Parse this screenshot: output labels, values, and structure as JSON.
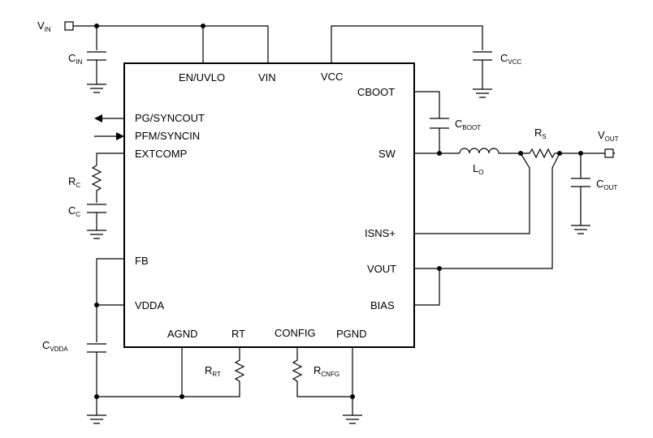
{
  "ic": {
    "pins": {
      "en_uvlo": "EN/UVLO",
      "vin": "VIN",
      "vcc": "VCC",
      "cboot": "CBOOT",
      "sw": "SW",
      "pg_syncout": "PG/SYNCOUT",
      "pfm_syncin": "PFM/SYNCIN",
      "extcomp": "EXTCOMP",
      "fb": "FB",
      "vdda": "VDDA",
      "agnd": "AGND",
      "rt": "RT",
      "config": "CONFIG",
      "pgnd": "PGND",
      "isns_plus": "ISNS+",
      "vout": "VOUT",
      "bias": "BIAS"
    }
  },
  "labels": {
    "vin": {
      "main": "V",
      "sub": "IN"
    },
    "vout": {
      "main": "V",
      "sub": "OUT"
    },
    "cin": {
      "main": "C",
      "sub": "IN"
    },
    "cvcc": {
      "main": "C",
      "sub": "VCC"
    },
    "cboot": {
      "main": "C",
      "sub": "BOOT"
    },
    "lo": {
      "main": "L",
      "sub": "O"
    },
    "rs": {
      "main": "R",
      "sub": "S"
    },
    "cout": {
      "main": "C",
      "sub": "OUT"
    },
    "rc": {
      "main": "R",
      "sub": "C"
    },
    "cc": {
      "main": "C",
      "sub": "C"
    },
    "cvdda": {
      "main": "C",
      "sub": "VDDA"
    },
    "rrt": {
      "main": "R",
      "sub": "RT"
    },
    "rcnfg": {
      "main": "R",
      "sub": "CNFG"
    }
  }
}
